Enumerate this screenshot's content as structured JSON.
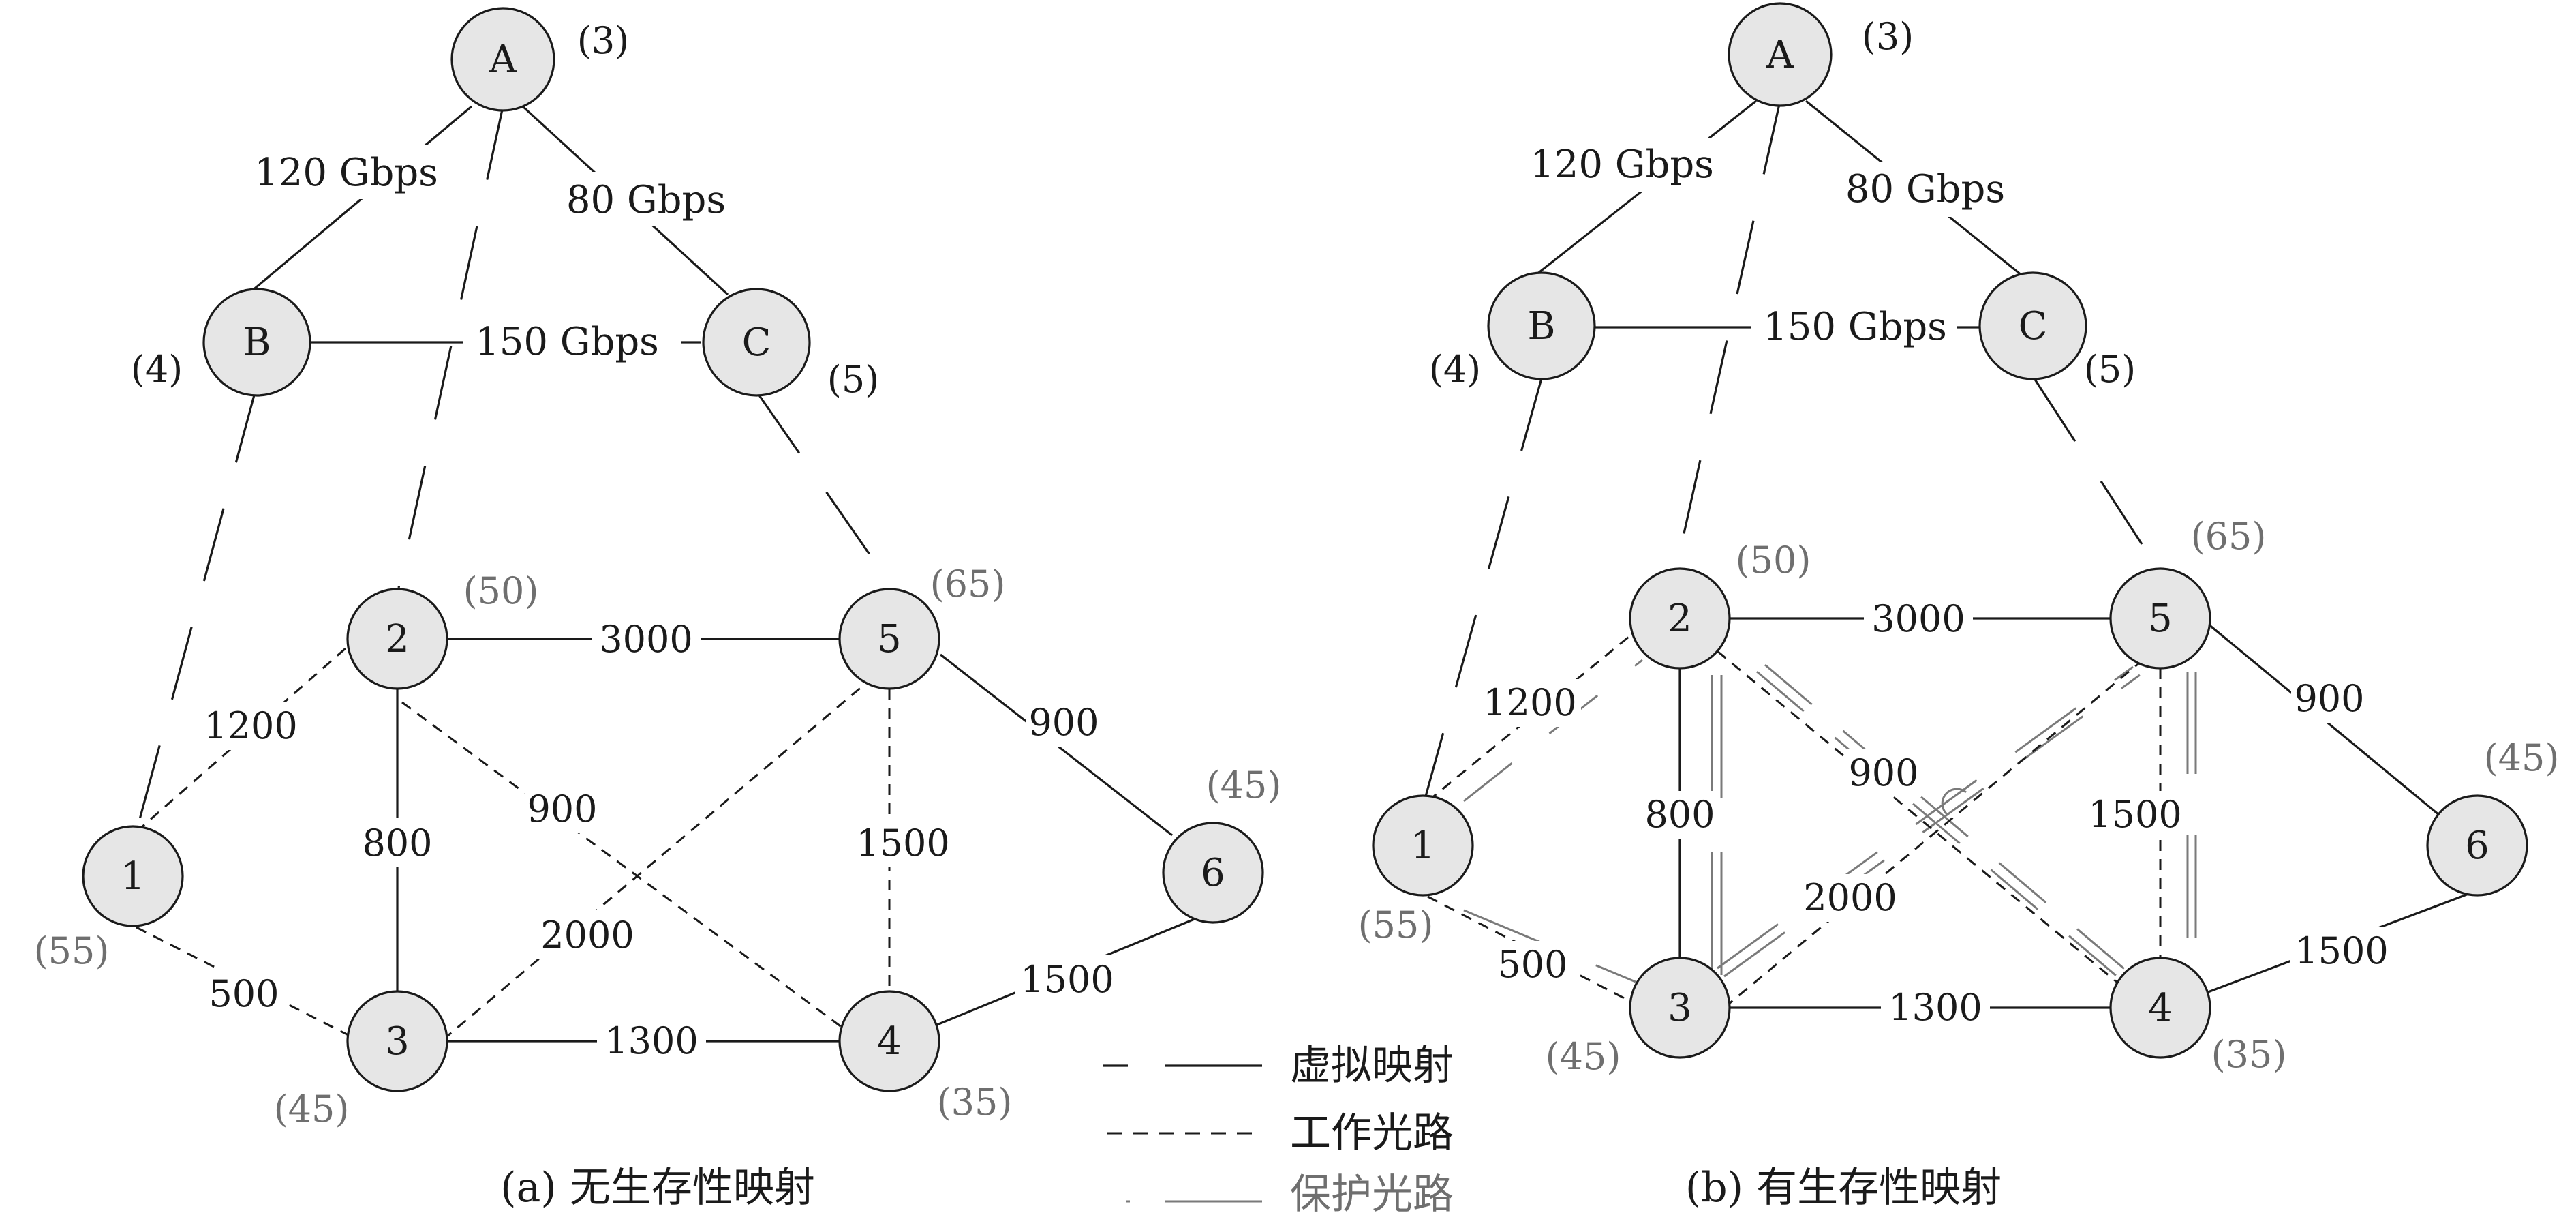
{
  "panels": [
    {
      "id": "a",
      "caption": "(a) 无生存性映射",
      "virtual_nodes": [
        {
          "id": "A",
          "label": "A",
          "capacity": "(3)"
        },
        {
          "id": "B",
          "label": "B",
          "capacity": "(4)"
        },
        {
          "id": "C",
          "label": "C",
          "capacity": "(5)"
        }
      ],
      "virtual_links": [
        {
          "from": "A",
          "to": "B",
          "label": "120 Gbps"
        },
        {
          "from": "A",
          "to": "C",
          "label": "80 Gbps"
        },
        {
          "from": "B",
          "to": "C",
          "label": "150 Gbps"
        }
      ],
      "physical_nodes": [
        {
          "id": "1",
          "label": "1",
          "capacity": "(55)"
        },
        {
          "id": "2",
          "label": "2",
          "capacity": "(50)"
        },
        {
          "id": "3",
          "label": "3",
          "capacity": "(45)"
        },
        {
          "id": "4",
          "label": "4",
          "capacity": "(35)"
        },
        {
          "id": "5",
          "label": "5",
          "capacity": "(65)"
        },
        {
          "id": "6",
          "label": "6",
          "capacity": "(45)"
        }
      ],
      "physical_links": [
        {
          "from": "2",
          "to": "5",
          "label": "3000",
          "style": "solid"
        },
        {
          "from": "5",
          "to": "6",
          "label": "900",
          "style": "solid"
        },
        {
          "from": "2",
          "to": "3",
          "label": "800",
          "style": "solid"
        },
        {
          "from": "3",
          "to": "4",
          "label": "1300",
          "style": "solid"
        },
        {
          "from": "4",
          "to": "6",
          "label": "1500",
          "style": "solid"
        },
        {
          "from": "1",
          "to": "2",
          "label": "1200",
          "style": "working"
        },
        {
          "from": "1",
          "to": "3",
          "label": "500",
          "style": "working"
        },
        {
          "from": "2",
          "to": "4",
          "label": "900",
          "style": "working"
        },
        {
          "from": "3",
          "to": "5",
          "label": "2000",
          "style": "working"
        },
        {
          "from": "4",
          "to": "5",
          "label": "1500",
          "style": "working"
        }
      ],
      "mappings": [
        {
          "virtual": "A",
          "physical": "2"
        },
        {
          "virtual": "B",
          "physical": "1"
        },
        {
          "virtual": "C",
          "physical": "5"
        }
      ]
    },
    {
      "id": "b",
      "caption": "(b) 有生存性映射",
      "virtual_nodes": [
        {
          "id": "A",
          "label": "A",
          "capacity": "(3)"
        },
        {
          "id": "B",
          "label": "B",
          "capacity": "(4)"
        },
        {
          "id": "C",
          "label": "C",
          "capacity": "(5)"
        }
      ],
      "virtual_links": [
        {
          "from": "A",
          "to": "B",
          "label": "120 Gbps"
        },
        {
          "from": "A",
          "to": "C",
          "label": "80 Gbps"
        },
        {
          "from": "B",
          "to": "C",
          "label": "150 Gbps"
        }
      ],
      "physical_nodes": [
        {
          "id": "1",
          "label": "1",
          "capacity": "(55)"
        },
        {
          "id": "2",
          "label": "2",
          "capacity": "(50)"
        },
        {
          "id": "3",
          "label": "3",
          "capacity": "(45)"
        },
        {
          "id": "4",
          "label": "4",
          "capacity": "(35)"
        },
        {
          "id": "5",
          "label": "5",
          "capacity": "(65)"
        },
        {
          "id": "6",
          "label": "6",
          "capacity": "(45)"
        }
      ],
      "physical_links": [
        {
          "from": "2",
          "to": "5",
          "label": "3000",
          "style": "solid"
        },
        {
          "from": "5",
          "to": "6",
          "label": "900",
          "style": "solid"
        },
        {
          "from": "2",
          "to": "3",
          "label": "800",
          "style": "solid"
        },
        {
          "from": "3",
          "to": "4",
          "label": "1300",
          "style": "solid"
        },
        {
          "from": "4",
          "to": "6",
          "label": "1500",
          "style": "solid"
        },
        {
          "from": "1",
          "to": "2",
          "label": "1200",
          "style": "working"
        },
        {
          "from": "1",
          "to": "3",
          "label": "500",
          "style": "working"
        },
        {
          "from": "2",
          "to": "4",
          "label": "900",
          "style": "working"
        },
        {
          "from": "3",
          "to": "5",
          "label": "2000",
          "style": "working"
        },
        {
          "from": "4",
          "to": "5",
          "label": "1500",
          "style": "working"
        }
      ],
      "mappings": [
        {
          "virtual": "A",
          "physical": "2"
        },
        {
          "virtual": "B",
          "physical": "1"
        },
        {
          "virtual": "C",
          "physical": "5"
        }
      ]
    }
  ],
  "legend": {
    "items": [
      {
        "label": "虚拟映射",
        "style": "long-dash"
      },
      {
        "label": "工作光路",
        "style": "dashed"
      },
      {
        "label": "保护光路",
        "style": "protection"
      }
    ]
  },
  "colors": {
    "node_fill": "#e6e6e6",
    "line": "#1a1a1a",
    "protection_line": "#7a7a7a",
    "capacity_gray": "#6f6f6f"
  }
}
